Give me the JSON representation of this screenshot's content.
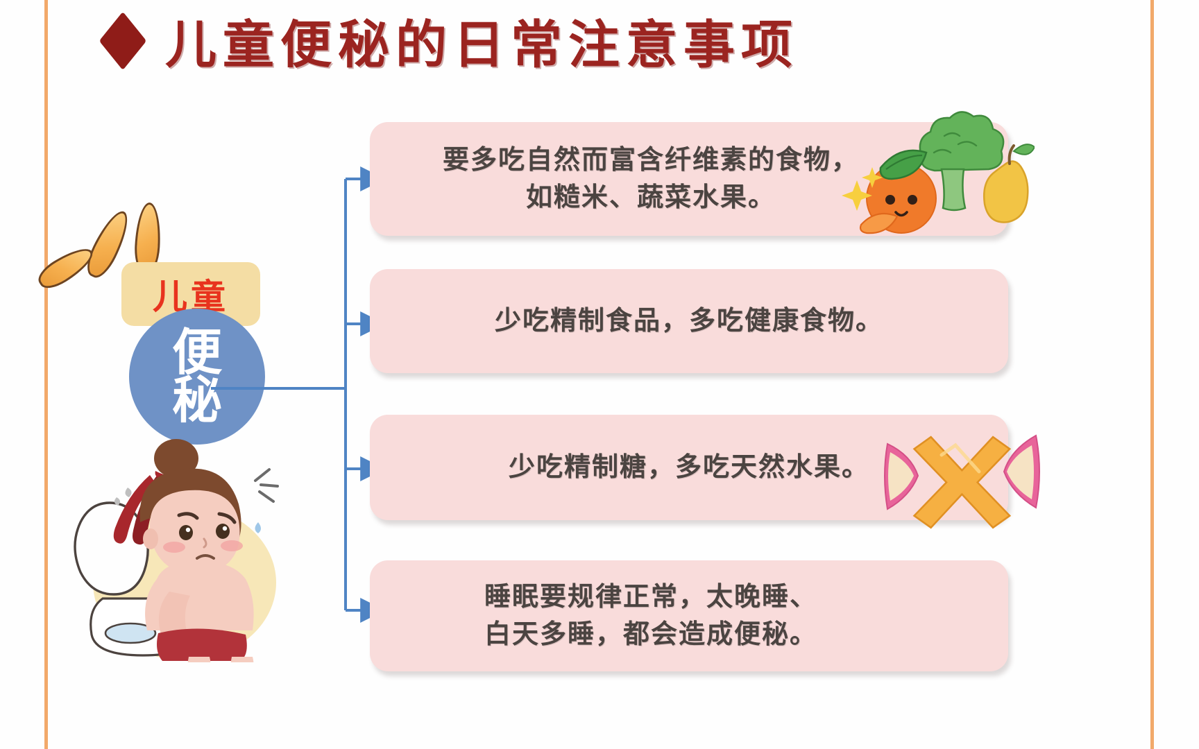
{
  "page": {
    "title": "儿童便秘的日常注意事项",
    "title_bullet": "diamond",
    "frame_color": "#f2a96a",
    "background": "#fefefe"
  },
  "hub": {
    "tag_label": "儿童",
    "tag_bg": "#f4dda4",
    "tag_text_color": "#e8331e",
    "circle_chars": [
      "便",
      "秘"
    ],
    "circle_color": "#6f92c6",
    "circle_text_color": "#ffffff",
    "sparkle_count": 3,
    "illustration": "child-on-toilet-straining"
  },
  "connector": {
    "color": "#4f84c4",
    "style": "orthogonal-tree-with-arrowheads",
    "branches": 4
  },
  "cards": [
    {
      "id": "card-1",
      "text": "要多吃自然而富含纤维素的食物，\n如糙米、蔬菜水果。",
      "bg": "#f9dcdb",
      "art": "broccoli-orange-pear"
    },
    {
      "id": "card-2",
      "text": "少吃精制食品，多吃健康食物。",
      "bg": "#f9dcdb",
      "art": "none"
    },
    {
      "id": "card-3",
      "text": "少吃精制糖，多吃天然水果。",
      "bg": "#f9dcdb",
      "art": "wrapped-candy"
    },
    {
      "id": "card-4",
      "text": "睡眠要规律正常，太晚睡、\n白天多睡，都会造成便秘。",
      "bg": "#f9dcdb",
      "art": "none"
    }
  ]
}
